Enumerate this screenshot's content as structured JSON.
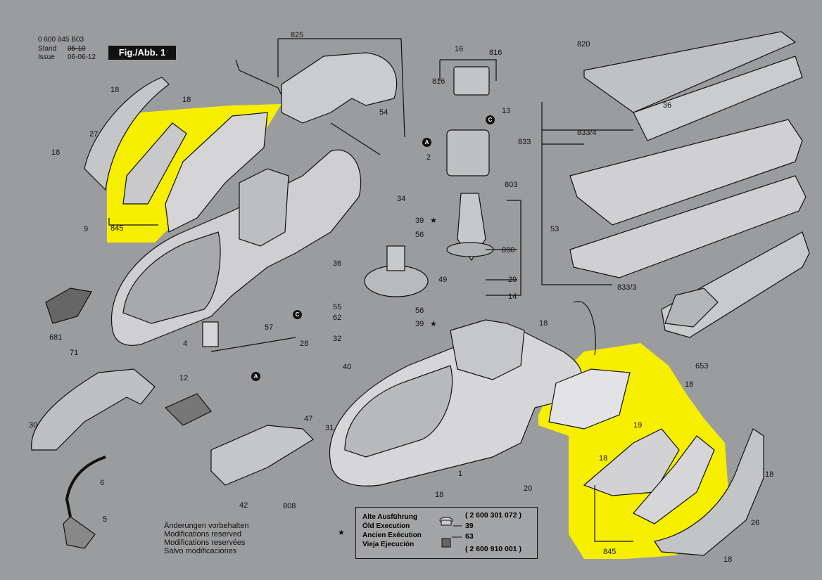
{
  "header": {
    "doc_number": "0 600 845 B03",
    "stand_label": "Stand",
    "stand_value": "05-10",
    "issue_label": "Issue",
    "issue_value": "06-06-12",
    "figure": "Fig./Abb. 1"
  },
  "part_labels": [
    "825",
    "816",
    "16",
    "816",
    "820",
    "18",
    "27",
    "18",
    "54",
    "13",
    "2",
    "803",
    "36",
    "833",
    "833/4",
    "18",
    "845",
    "9",
    "34",
    "39",
    "56",
    "890",
    "29",
    "14",
    "53",
    "36",
    "49",
    "833/3",
    "681",
    "56",
    "39",
    "55",
    "62",
    "71",
    "4",
    "57",
    "28",
    "32",
    "40",
    "653",
    "18",
    "5",
    "12",
    "30",
    "47",
    "31",
    "1",
    "19",
    "18",
    "18",
    "6",
    "42",
    "808",
    "18",
    "20",
    "845",
    "18",
    "26",
    "18",
    "C",
    "A",
    "A",
    "C"
  ],
  "notes": [
    "Änderungen vorbehalten",
    "Modifications reserved",
    "Modifications reservées",
    "Salvo modificaciones"
  ],
  "legend": {
    "star": "★",
    "rows": [
      "Alte Ausführung",
      "Öld Execution",
      "Ancien Exécution",
      "Vieja Ejecución"
    ],
    "part_new": "( 2 600 301 072 )",
    "part_old": "( 2 600 910 001 )",
    "num_39": "39",
    "num_63": "63"
  },
  "colors": {
    "highlight": "#f7ef00",
    "background": "#9b9c9e"
  }
}
